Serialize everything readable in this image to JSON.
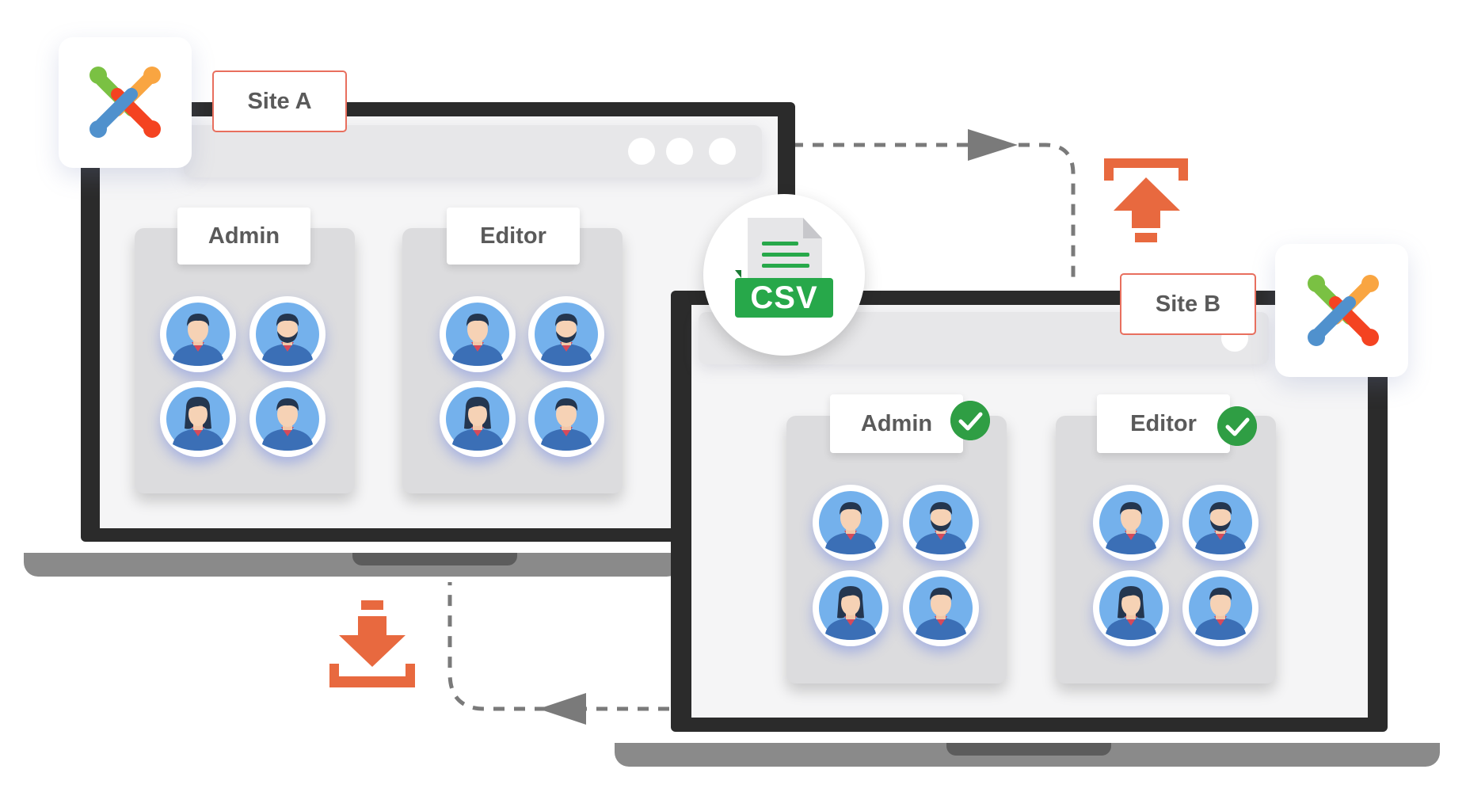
{
  "site_a": {
    "tag": "Site A",
    "roles": [
      {
        "label": "Admin",
        "verified": false
      },
      {
        "label": "Editor",
        "verified": false
      }
    ]
  },
  "site_b": {
    "tag": "Site B",
    "roles": [
      {
        "label": "Admin",
        "verified": true
      },
      {
        "label": "Editor",
        "verified": true
      }
    ]
  },
  "csv": {
    "label": "CSV"
  },
  "icons": {
    "logo": "joomla-logo-icon",
    "export": "upload-arrow-icon",
    "import": "download-arrow-icon",
    "verified": "checkmark-icon",
    "user": "user-avatar-icon"
  },
  "colors": {
    "accent": "#e8693f",
    "success": "#2f9e44",
    "csv_green": "#27a84a",
    "frame": "#2b2b2b",
    "avatar_bg": "#6aa8e8"
  }
}
